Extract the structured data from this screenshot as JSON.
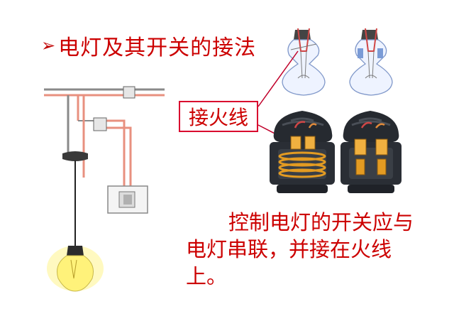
{
  "title": {
    "bullet": "➢",
    "text": "电灯及其开关的接法"
  },
  "callout": {
    "label": "接火线"
  },
  "description": "控制电灯的开关应与电灯串联，并接在火线上。",
  "colors": {
    "accent_red": "#cc0000",
    "wire_red": "#e8907f",
    "wire_gray": "#8a8a8a",
    "socket_dark": "#262a30",
    "coil_orange": "#e39b22",
    "bulb_yellow": "#fff27a"
  },
  "icons": [
    "wiring-diagram",
    "light-bulb-icon",
    "wall-switch-icon",
    "bulb-base-wiring-left",
    "bulb-base-wiring-right",
    "lamp-socket-left",
    "lamp-socket-right"
  ]
}
